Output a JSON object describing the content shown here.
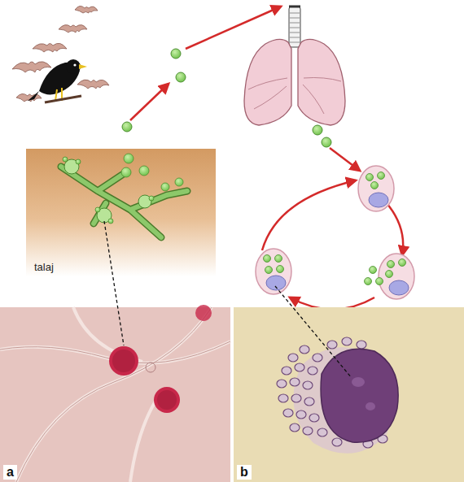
{
  "diagram": {
    "nodes": [
      {
        "text": [
          "talaj"
        ]
      },
      {
        "text": [
          "a"
        ]
      },
      {
        "text": [
          "b"
        ]
      }
    ]
  }
}
